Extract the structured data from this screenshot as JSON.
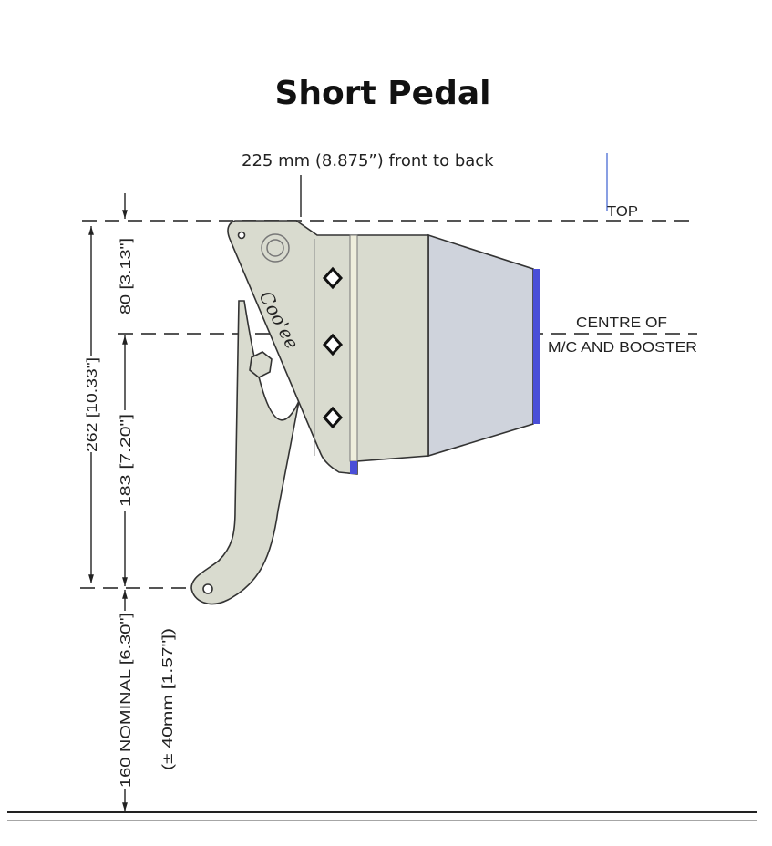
{
  "title": "Short Pedal",
  "front_to_back": "225 mm (8.875”) front to back",
  "labels": {
    "top": "TOP",
    "centre_line1": "CENTRE OF",
    "centre_line2": "M/C AND BOOSTER",
    "overall_height": "262 [10.33\"]",
    "top_to_centre": "80 [3.13\"]",
    "centre_to_pedal": "183 [7.20\"]",
    "pedal_to_floor": "160 NOMINAL [6.30\"]",
    "tolerance": "(± 40mm [1.57\"])",
    "brand": "Coo'ee"
  },
  "colors": {
    "body": "#d9dbcf",
    "booster": "#cfd3dc",
    "accent_blue": "#4a4fd8"
  }
}
